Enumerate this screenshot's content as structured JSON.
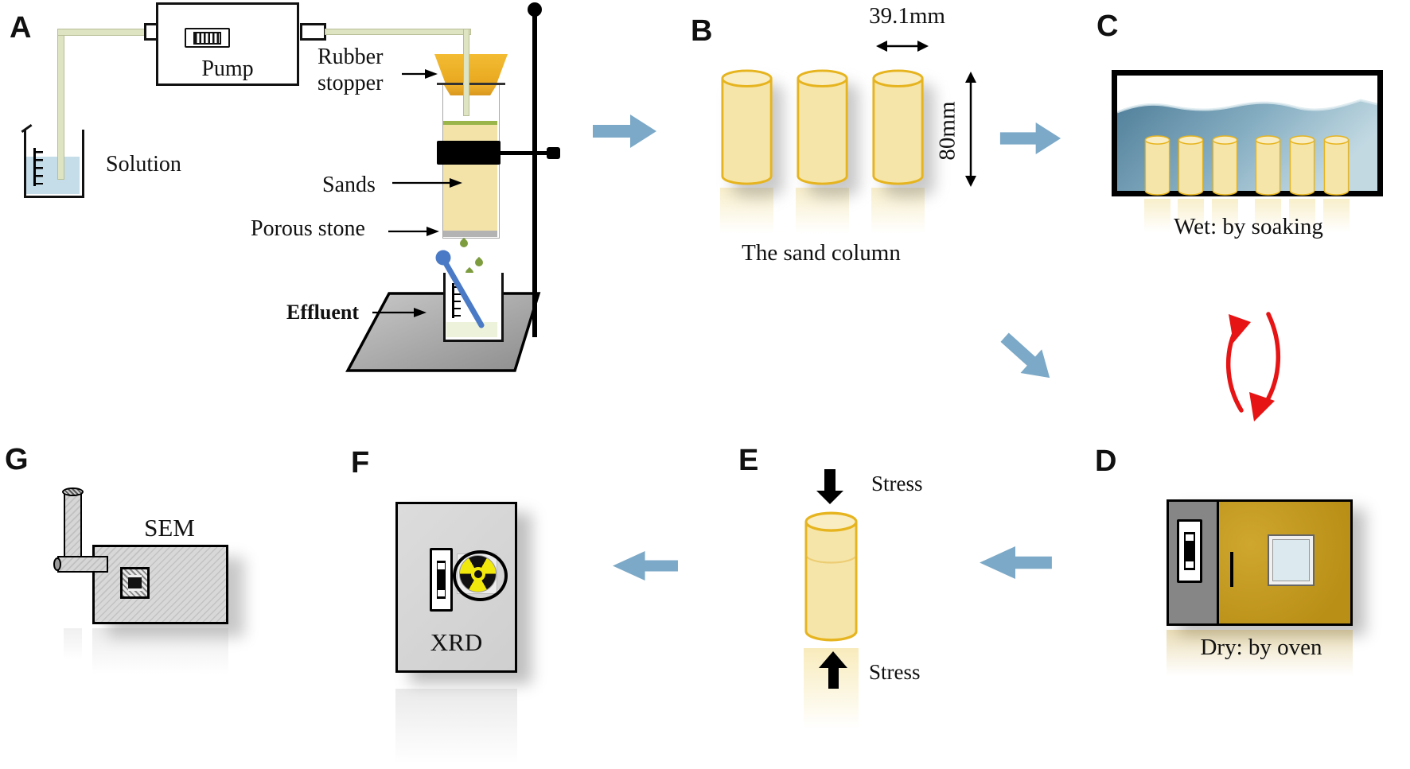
{
  "panels": {
    "a": {
      "letter": "A",
      "pump_label": "Pump",
      "solution_label": "Solution",
      "rubber_stopper_label": "Rubber stopper",
      "sands_label": "Sands",
      "porous_stone_label": "Porous stone",
      "effluent_label": "Effluent"
    },
    "b": {
      "letter": "B",
      "diameter_label": "39.1mm",
      "height_label": "80mm",
      "caption": "The sand column"
    },
    "c": {
      "letter": "C",
      "caption": "Wet: by soaking"
    },
    "d": {
      "letter": "D",
      "caption": "Dry: by oven"
    },
    "e": {
      "letter": "E",
      "stress_top_label": "Stress",
      "stress_bottom_label": "Stress"
    },
    "f": {
      "letter": "F",
      "machine_label": "XRD"
    },
    "g": {
      "letter": "G",
      "machine_label": "SEM"
    }
  },
  "colors": {
    "arrow_blue": "#7CA9C7",
    "cycle_red": "#E61414",
    "sand_fill": "#F6E5A8",
    "sand_border": "#E6B41F",
    "stopper_orange": "#F0B22A",
    "oven_gold": "#C49A1D",
    "water_dark": "#517F9A",
    "water_light": "#C2D9E2",
    "solution_blue": "#C5DDE9",
    "machine_gray": "#D6D6D6",
    "radiation_yellow": "#F2E90C",
    "tubing_green": "#DEE3C1",
    "platform_gray": "#A8A8A8"
  }
}
